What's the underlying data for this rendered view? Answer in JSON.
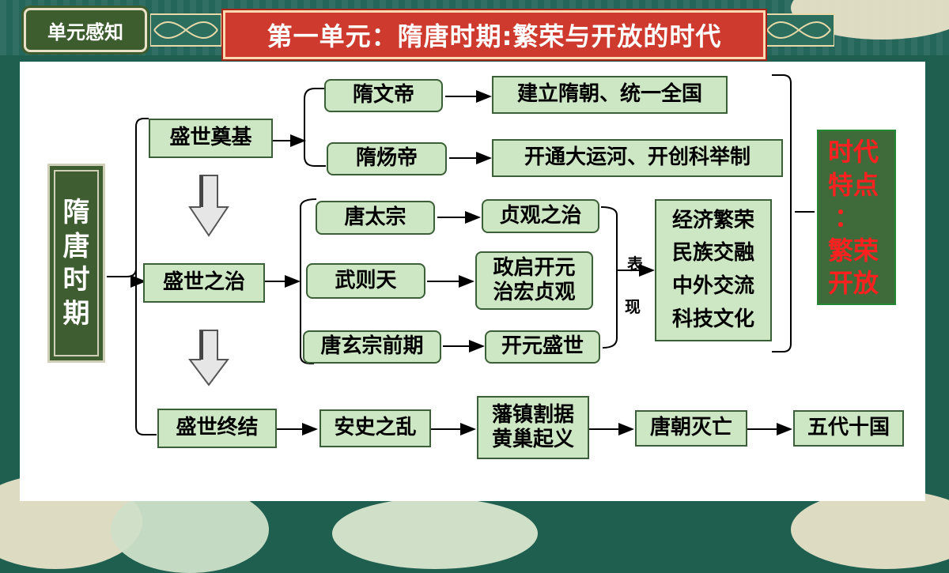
{
  "header": {
    "unit_badge": "单元感知",
    "title": "第一单元：隋唐时期:繁荣与开放的时代"
  },
  "diagram": {
    "root": [
      "隋",
      "唐",
      "时",
      "期"
    ],
    "stages": {
      "foundation": "盛世奠基",
      "governance": "盛世之治",
      "ending": "盛世终结"
    },
    "foundation_items": [
      {
        "ruler": "隋文帝",
        "deed": "建立隋朝、统一全国"
      },
      {
        "ruler": "隋炀帝",
        "deed": "开通大运河、开创科举制"
      }
    ],
    "governance_items": [
      {
        "ruler": "唐太宗",
        "deed": "贞观之治"
      },
      {
        "ruler": "武则天",
        "deed": "政启开元 治宏贞观"
      },
      {
        "ruler": "唐玄宗前期",
        "deed": "开元盛世"
      }
    ],
    "governance_deed2_lines": [
      "政启开元",
      "治宏贞观"
    ],
    "manifestation_label": [
      "表",
      "现"
    ],
    "manifestations": [
      "经济繁荣",
      "民族交融",
      "中外交流",
      "科技文化"
    ],
    "ending_chain": [
      "安史之乱",
      "藩镇割据 黄巢起义",
      "唐朝灭亡",
      "五代十国"
    ],
    "ending_chain_2_lines": [
      "藩镇割据",
      "黄巢起义"
    ],
    "era_feature_lines": [
      "时代",
      "特点",
      "：",
      "繁荣",
      "开放"
    ]
  },
  "colors": {
    "background": "#1f5f4f",
    "box_fill": "#cde6c4",
    "banner_red": "#cf3a2f",
    "feature_text": "#ff2020",
    "root_fill": "#3e5d30"
  }
}
